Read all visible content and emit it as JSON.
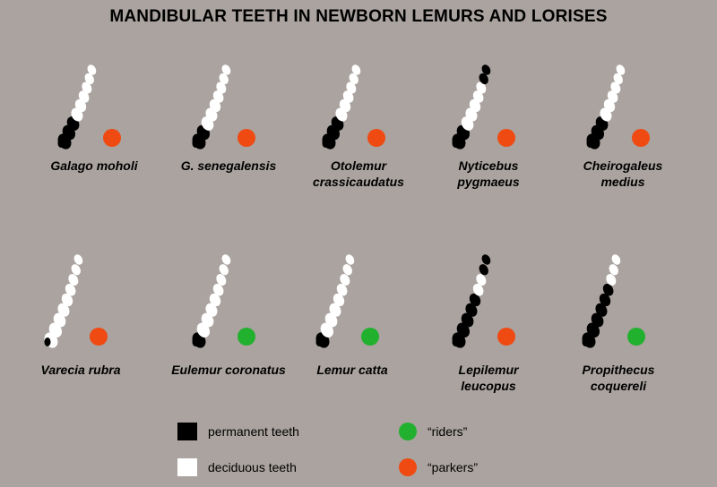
{
  "title": "MANDIBULAR TEETH IN NEWBORN LEMURS AND LORISES",
  "colors": {
    "background": "#aaa39f",
    "permanent": "#000000",
    "deciduous": "#ffffff",
    "riders": "#22b02f",
    "parkers": "#f04a13"
  },
  "specimens": [
    {
      "line1": "Galago moholi",
      "line2": "",
      "group": "parkers",
      "permanent_fraction": 0.3,
      "permanent_tip": false
    },
    {
      "line1": "G. senegalensis",
      "line2": "",
      "group": "parkers",
      "permanent_fraction": 0.2,
      "permanent_tip": false
    },
    {
      "line1": "Otolemur",
      "line2": "crassicaudatus",
      "group": "parkers",
      "permanent_fraction": 0.3,
      "permanent_tip": false
    },
    {
      "line1": "Nyticebus",
      "line2": "pygmaeus",
      "group": "parkers",
      "permanent_fraction": 0.25,
      "permanent_tip": true
    },
    {
      "line1": "Cheirogaleus",
      "line2": "medius",
      "group": "parkers",
      "permanent_fraction": 0.3,
      "permanent_tip": false
    },
    {
      "line1": "Varecia rubra",
      "line2": "",
      "group": "parkers",
      "permanent_fraction": 0.05,
      "permanent_tip": false
    },
    {
      "line1": "Eulemur coronatus",
      "line2": "",
      "group": "riders",
      "permanent_fraction": 0.12,
      "permanent_tip": false
    },
    {
      "line1": "Lemur catta",
      "line2": "",
      "group": "riders",
      "permanent_fraction": 0.12,
      "permanent_tip": false
    },
    {
      "line1": "Lepilemur",
      "line2": "leucopus",
      "group": "parkers",
      "permanent_fraction": 0.6,
      "permanent_tip": true
    },
    {
      "line1": "Propithecus",
      "line2": "coquereli",
      "group": "riders",
      "permanent_fraction": 0.7,
      "permanent_tip": false
    }
  ],
  "legend": {
    "permanent_label": "permanent teeth",
    "deciduous_label": "deciduous teeth",
    "riders_label": "“riders”",
    "parkers_label": "“parkers”"
  }
}
